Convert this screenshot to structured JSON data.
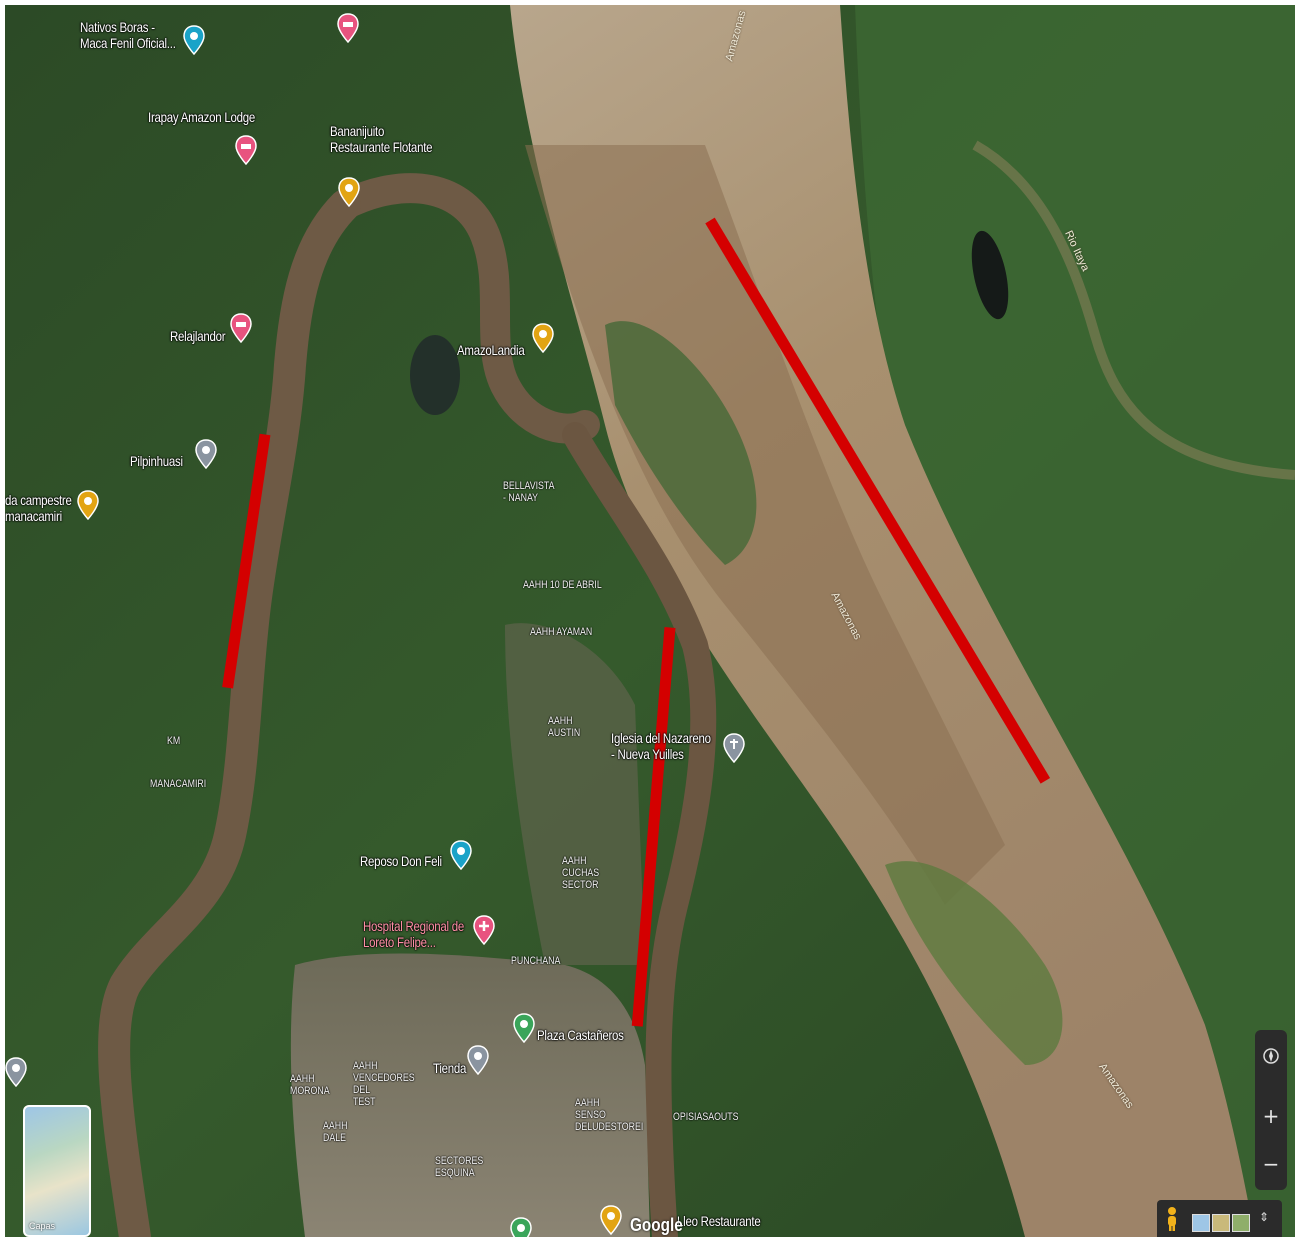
{
  "places": [
    {
      "id": "nativos",
      "lines": [
        "Nativos Boras -",
        "Maca Fenil Oficial..."
      ],
      "pin_color": "#1aa3c8"
    },
    {
      "id": "pink-top",
      "lines": [],
      "pin_color": "#e8537f"
    },
    {
      "id": "irapay",
      "lines": [
        "Irapay Amazon Lodge"
      ],
      "pin_color": "#e8537f"
    },
    {
      "id": "bananijuito",
      "lines": [
        "Bananijuito",
        "Restaurante Flotante"
      ],
      "pin_color": "#e2a413"
    },
    {
      "id": "relajlandor",
      "lines": [
        "Relajlandor"
      ],
      "pin_color": "#e8537f"
    },
    {
      "id": "amazolandia",
      "lines": [
        "AmazoLandia"
      ],
      "pin_color": "#e2a413"
    },
    {
      "id": "pilpinhuasi",
      "lines": [
        "Pilpinhuasi"
      ],
      "pin_color": "#8a94a0"
    },
    {
      "id": "campestre",
      "lines": [
        "da campestre",
        "manacamiri"
      ],
      "pin_color": "#e2a413"
    },
    {
      "id": "iglesia",
      "lines": [
        "Iglesia del Nazareno",
        "- Nueva Yuilles"
      ],
      "pin_color": "#8a94a0"
    },
    {
      "id": "reposo",
      "lines": [
        "Reposo Don Feli"
      ],
      "pin_color": "#1aa3c8"
    },
    {
      "id": "hospital",
      "lines": [
        "Hospital Regional de",
        "Loreto Felipe..."
      ],
      "pin_color": "#e8537f"
    },
    {
      "id": "plaza",
      "lines": [
        "Plaza Castañeros"
      ],
      "pin_color": "#3aa55a"
    },
    {
      "id": "tienda",
      "lines": [
        "Tienda"
      ],
      "pin_color": "#8a94a0"
    },
    {
      "id": "restaurante-bottom",
      "lines": [
        "Lleo Restaurante"
      ],
      "pin_color": "#e2a413"
    },
    {
      "id": "left-edge",
      "lines": [],
      "pin_color": "#8a94a0"
    },
    {
      "id": "bottom-green",
      "lines": [],
      "pin_color": "#3aa55a"
    }
  ],
  "areas": [
    {
      "id": "bellavista",
      "lines": [
        "BELLAVISTA",
        "- NANAY"
      ]
    },
    {
      "id": "aahh-abril",
      "lines": [
        "AAHH 10 DE ABRIL"
      ]
    },
    {
      "id": "aahh-nauta",
      "lines": [
        "AAHH AYAMAN"
      ]
    },
    {
      "id": "aahh-austin",
      "lines": [
        "AAHH",
        "AUSTIN"
      ]
    },
    {
      "id": "km",
      "lines": [
        "KM"
      ]
    },
    {
      "id": "manacamiri",
      "lines": [
        "MANACAMIRI"
      ]
    },
    {
      "id": "aahh-sector",
      "lines": [
        "AAHH",
        "CUCHAS",
        "SECTOR"
      ]
    },
    {
      "id": "punchana",
      "lines": [
        "PUNCHANA"
      ]
    },
    {
      "id": "aahh-vencedores",
      "lines": [
        "AAHH",
        "VENCEDORES",
        "DEL",
        "TEST"
      ]
    },
    {
      "id": "aahh-morona",
      "lines": [
        "AAHH",
        "MORONA"
      ]
    },
    {
      "id": "aahh-dale",
      "lines": [
        "AAHH",
        "DALE"
      ]
    },
    {
      "id": "aahh-senso",
      "lines": [
        "AAHH",
        "SENSO",
        "DELUDESTOREI"
      ]
    },
    {
      "id": "sectores-esquina",
      "lines": [
        "SECTORES",
        "ESQUINA"
      ]
    },
    {
      "id": "opisiasaouts",
      "lines": [
        "OPISIASAOUTS"
      ]
    }
  ],
  "river_labels": [
    {
      "id": "amazonas-top",
      "text": "Amazonas"
    },
    {
      "id": "itaya",
      "text": "Rio Itaya"
    },
    {
      "id": "amazonas-mid",
      "text": "Amazonas"
    },
    {
      "id": "amazonas-bottom",
      "text": "Amazonas"
    }
  ],
  "annotations": {
    "line_color": "#d40000",
    "lines": [
      {
        "id": "red-line-west",
        "label": ""
      },
      {
        "id": "red-line-center",
        "label": ""
      },
      {
        "id": "red-line-east",
        "label": ""
      }
    ]
  },
  "controls": {
    "zoom_in": "+",
    "zoom_out": "−",
    "layers_label": "Capas",
    "google_logo": "Google"
  }
}
